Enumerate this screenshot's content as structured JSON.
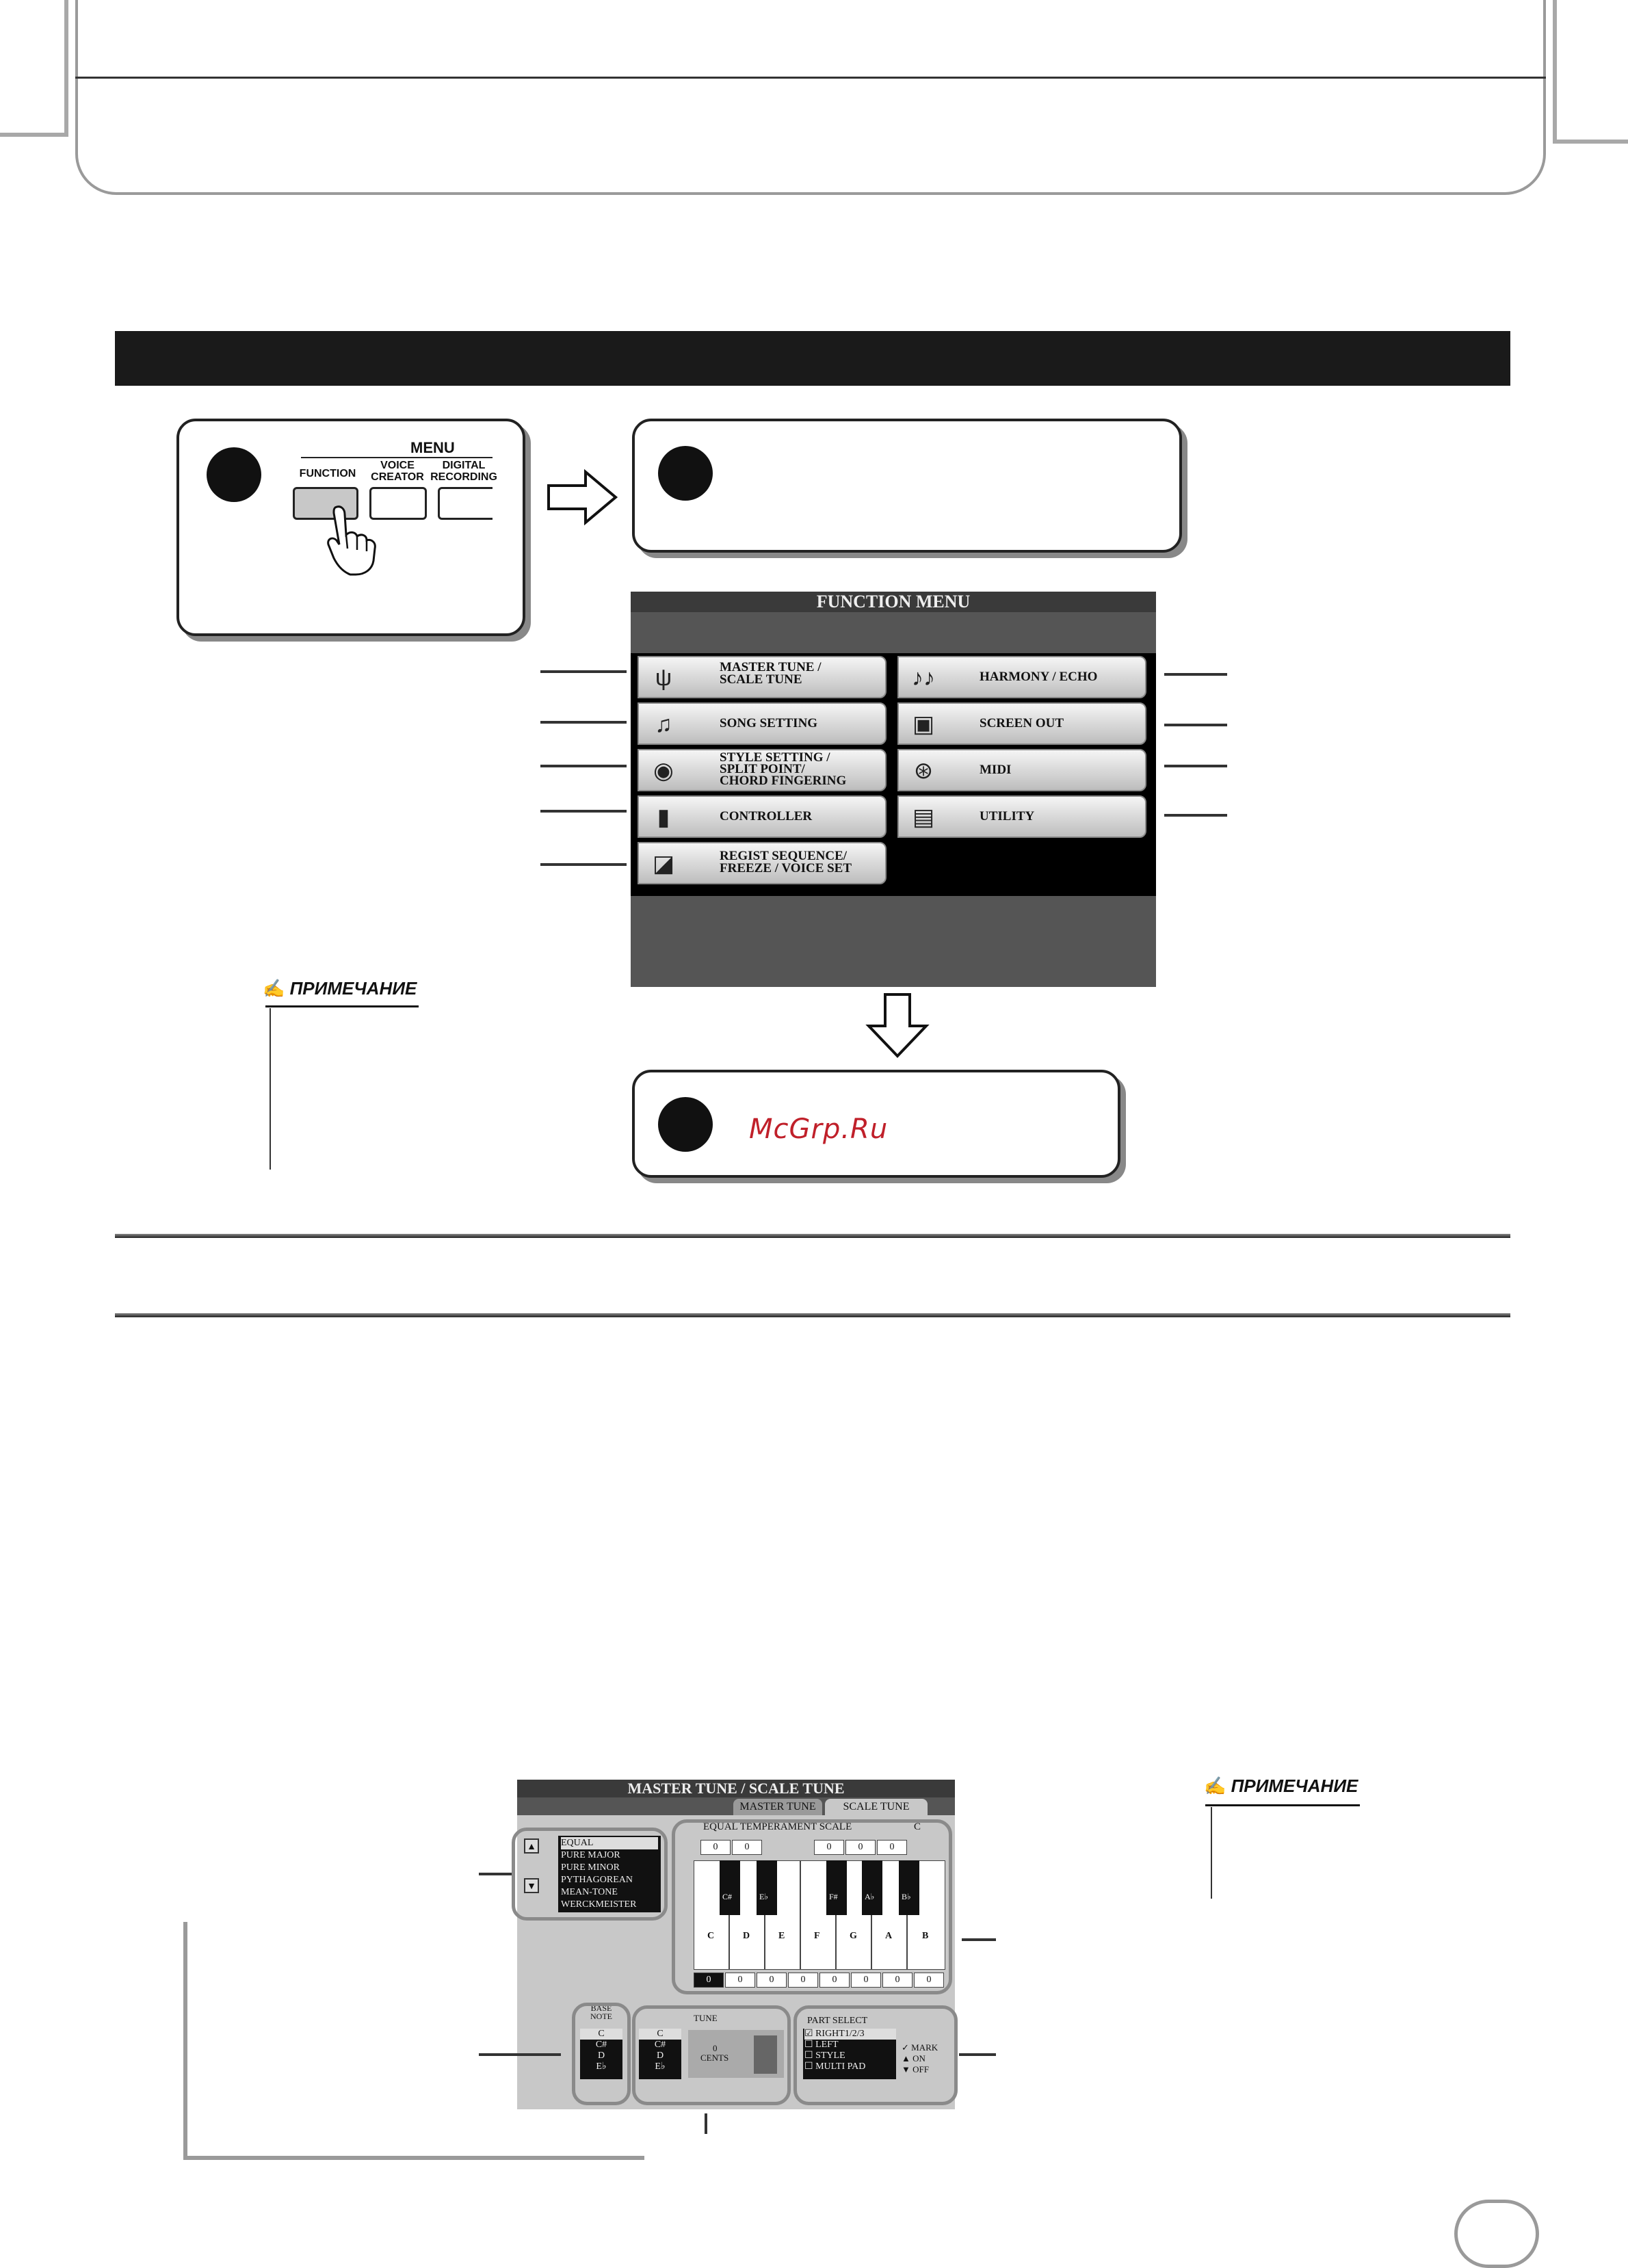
{
  "panel_1": {
    "menu_title": "MENU",
    "keys": [
      "FUNCTION",
      "VOICE\nCREATOR",
      "DIGITAL\nRECORDING"
    ]
  },
  "function_menu": {
    "title": "FUNCTION MENU",
    "left_buttons": [
      {
        "label": "MASTER TUNE /\nSCALE TUNE",
        "icon": "tuning-fork-icon"
      },
      {
        "label": "SONG SETTING",
        "icon": "music-note-icon"
      },
      {
        "label": "STYLE SETTING /\nSPLIT POINT/\nCHORD FINGERING",
        "icon": "drum-icon"
      },
      {
        "label": "CONTROLLER",
        "icon": "pedal-icon"
      },
      {
        "label": "REGIST SEQUENCE/\nFREEZE / VOICE SET",
        "icon": "registration-icon"
      }
    ],
    "right_buttons": [
      {
        "label": "HARMONY / ECHO",
        "icon": "double-note-icon"
      },
      {
        "label": "SCREEN OUT",
        "icon": "monitor-icon"
      },
      {
        "label": "MIDI",
        "icon": "midi-icon"
      },
      {
        "label": "UTILITY",
        "icon": "utility-icon"
      }
    ]
  },
  "notes": {
    "label_1": "ПРИМЕЧАНИЕ",
    "label_2": "ПРИМЕЧАНИЕ"
  },
  "watermark": "McGrp.Ru",
  "master_tune_screen": {
    "title": "MASTER TUNE / SCALE TUNE",
    "tabs": [
      "MASTER TUNE",
      "SCALE TUNE"
    ],
    "scales": [
      "EQUAL",
      "PURE MAJOR",
      "PURE MINOR",
      "PYTHAGOREAN",
      "MEAN-TONE",
      "WERCKMEISTER"
    ],
    "scale_header": "EQUAL TEMPERAMENT SCALE",
    "scale_key": "C",
    "black_key_values": [
      "0",
      "0",
      "0",
      "0",
      "0"
    ],
    "black_keys": [
      "C#",
      "E♭",
      "F#",
      "A♭",
      "B♭"
    ],
    "white_keys": [
      "C",
      "D",
      "E",
      "F",
      "G",
      "A",
      "B"
    ],
    "white_key_values": [
      "0",
      "0",
      "0",
      "0",
      "0",
      "0",
      "0",
      "0"
    ],
    "base_note_label": "BASE\nNOTE",
    "base_notes": [
      "C",
      "C#",
      "D",
      "E♭"
    ],
    "tune_label": "TUNE",
    "tune_notes": [
      "C",
      "C#",
      "D",
      "E♭"
    ],
    "tune_value": "0",
    "tune_unit": "CENTS",
    "part_select_label": "PART SELECT",
    "parts": [
      "RIGHT1/2/3",
      "LEFT",
      "STYLE",
      "MULTI PAD"
    ],
    "mark_legend": [
      "MARK",
      "ON",
      "OFF"
    ]
  }
}
